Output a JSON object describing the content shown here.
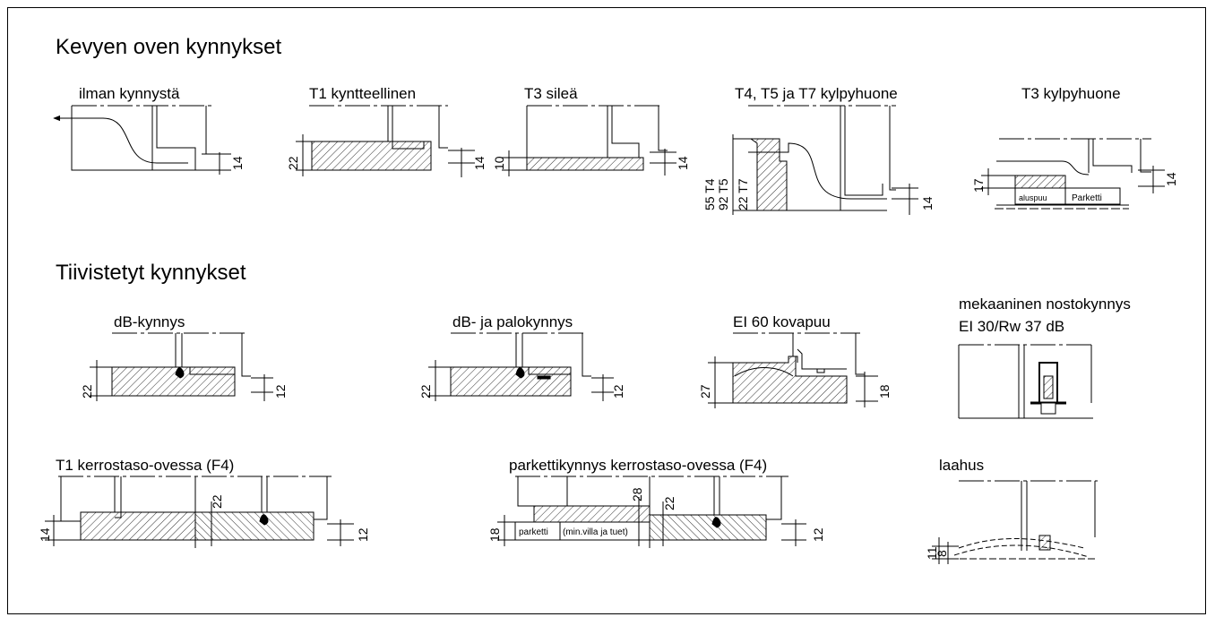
{
  "headings": {
    "kevyen": "Kevyen oven kynnykset",
    "tiivistetyt": "Tiivistetyt kynnykset"
  },
  "details": {
    "ilman": "ilman kynnystä",
    "t1": "T1 kyntteellinen",
    "t3": "T3 sileä",
    "t4": "T4, T5 ja T7 kylpyhuone",
    "t3k": "T3 kylpyhuone",
    "db": "dB-kynnys",
    "dbpalo": "dB- ja palokynnys",
    "ei60": "EI 60 kovapuu",
    "meka1": "mekaaninen nostokynnys",
    "meka2": "EI 30/Rw 37 dB",
    "t1ker": "T1 kerrostaso-ovessa (F4)",
    "parketti": "parkettikynnys kerrostaso-ovessa (F4)",
    "laahus": "laahus"
  },
  "inner_labels": {
    "aluspuu": "aluspuu",
    "parketti_cap": "Parketti",
    "parketti_low": "parketti",
    "minvilla": "(min.villa ja tuet)"
  },
  "dims": {
    "d14": "14",
    "d22": "22",
    "d10": "10",
    "d17": "17",
    "d12": "12",
    "d27": "27",
    "d18": "18",
    "d28": "28",
    "d11": "11",
    "d8": "8",
    "t4": "55 T4",
    "t5": "92 T5",
    "t7": "22 T7"
  }
}
